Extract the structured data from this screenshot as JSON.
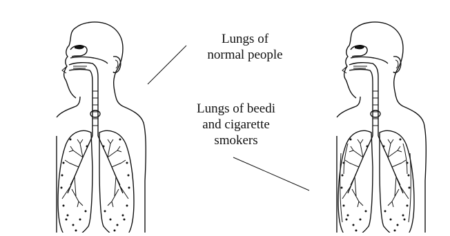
{
  "labels": {
    "normal_line1": "Lungs of",
    "normal_line2": "normal people",
    "smoker_line1": "Lungs of beedi",
    "smoker_line2": "and cigarette",
    "smoker_line3": "smokers"
  },
  "colors": {
    "ink": "#111111",
    "background": "#ffffff"
  }
}
